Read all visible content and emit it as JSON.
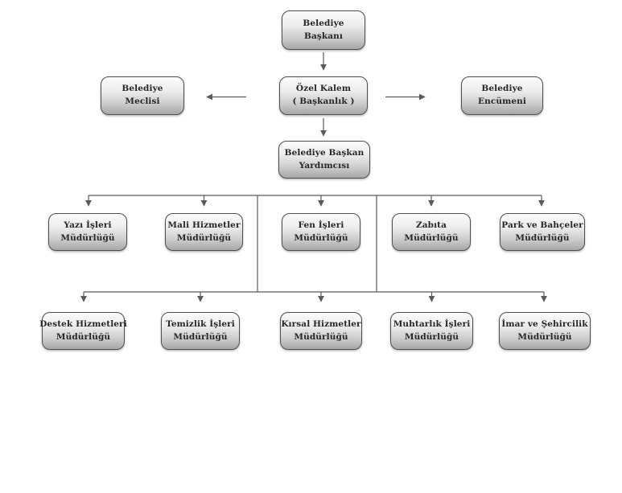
{
  "chart": {
    "type": "org-chart",
    "language": "tr",
    "nodes": {
      "baskan": "Belediye\nBaşkanı",
      "meclis": "Belediye\nMeclisi",
      "ozel_kalem": "Özel Kalem\n( Başkanlık )",
      "encumen": "Belediye\nEncümeni",
      "baskan_yardimcisi": "Belediye Başkan\nYardımcısı",
      "mudurlukler_ust": [
        "Yazı İşleri\nMüdürlüğü",
        "Mali Hizmetler\nMüdürlüğü",
        "Fen İşleri\nMüdürlüğü",
        "Zabıta\nMüdürlüğü",
        "Park ve Bahçeler\nMüdürlüğü"
      ],
      "mudurlukler_alt": [
        "Destek Hizmetleri\nMüdürlüğü",
        "Temizlik İşleri\nMüdürlüğü",
        "Kırsal Hizmetler\nMüdürlüğü",
        "Muhtarlık İşleri\nMüdürlüğü",
        "İmar ve Şehircilik\nMüdürlüğü"
      ]
    },
    "edges": [
      {
        "from": "baskan",
        "to": "ozel_kalem",
        "style": "arrow-down"
      },
      {
        "from": "ozel_kalem",
        "to": "meclis",
        "style": "arrow-left"
      },
      {
        "from": "ozel_kalem",
        "to": "encumen",
        "style": "arrow-right"
      },
      {
        "from": "ozel_kalem",
        "to": "baskan_yardimcisi",
        "style": "arrow-down"
      },
      {
        "from": "baskan_yardimcisi",
        "to": "mudurlukler_ust",
        "style": "bus-with-drop-arrows"
      },
      {
        "from": "baskan_yardimcisi",
        "to": "mudurlukler_alt",
        "style": "bus-with-drop-arrows"
      }
    ],
    "colors": {
      "background": "#ffffff",
      "box_border": "#4e4e4e",
      "box_fill_top": "#fbfbfb",
      "box_fill_bottom": "#a7a7a7",
      "line": "#5a5a5a",
      "text": "#262626"
    }
  }
}
